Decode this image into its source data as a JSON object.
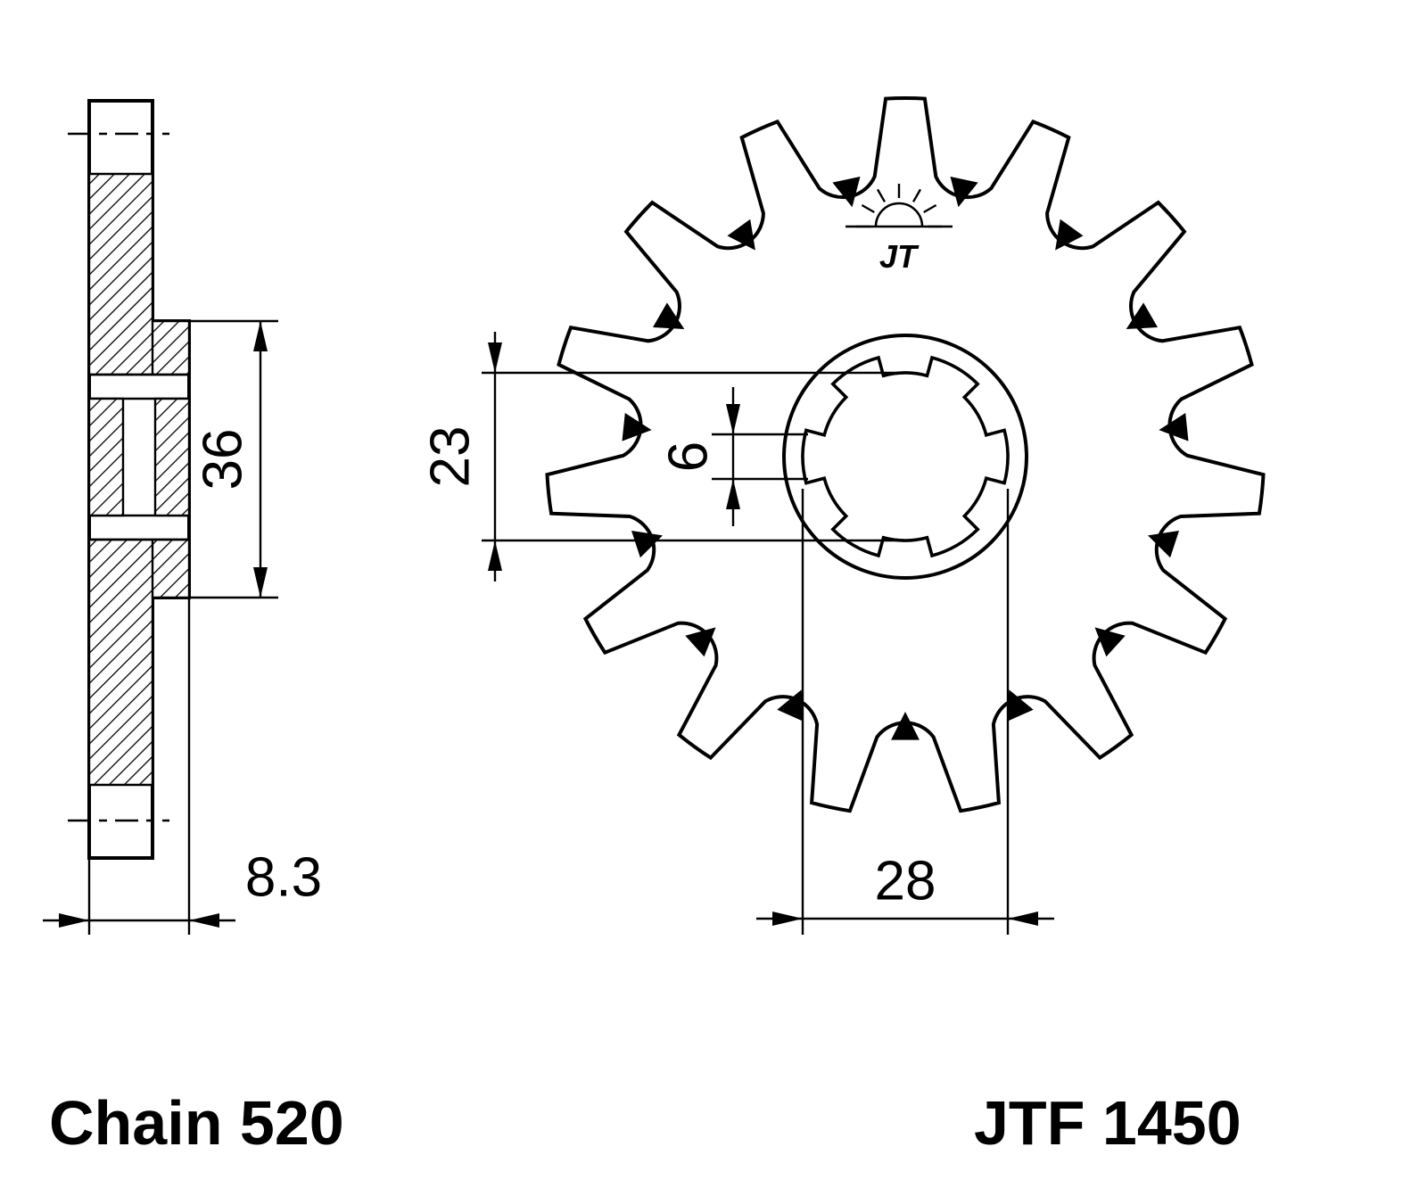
{
  "drawing": {
    "part_number": "JTF 1450",
    "chain_label": "Chain 520",
    "logo": {
      "text": "JT"
    },
    "dimensions": {
      "boss_diameter": "36",
      "width": "8.3",
      "bore_diameter": "23",
      "slot_width": "6",
      "spline_diameter": "28"
    },
    "colors": {
      "ink": "#000000",
      "paper": "#ffffff"
    }
  }
}
